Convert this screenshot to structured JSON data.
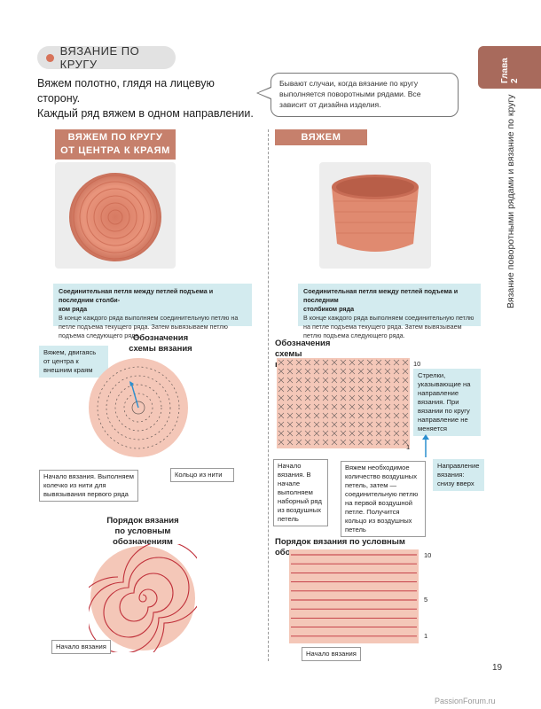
{
  "section": {
    "title": "ВЯЗАНИЕ ПО КРУГУ"
  },
  "intro": {
    "line1": "Вяжем полотно, глядя на лицевую сторону.",
    "line2": "Каждый ряд вяжем в одном направлении."
  },
  "bubble": {
    "text": "Бывают случаи, когда вязание по кругу выполняется поворотными рядами. Все зависит от дизайна изделия."
  },
  "side": {
    "chapter": "Глава 2",
    "title": "Вязание поворотными рядами и вязание по кругу"
  },
  "left": {
    "title1": "ВЯЖЕМ ПО КРУГУ",
    "title2": "ОТ ЦЕНТРА К КРАЯМ",
    "note_bold1": "Соединительная петля между петлей подъема и последним столби-",
    "note_bold2": "ком ряда",
    "note_text": "В конце каждого ряда выполняем соединительную петлю на петле подъема текущего ряда. Затем вывязываем петлю подъема следующего ряда.",
    "legend1": "Обозначения",
    "legend2": "схемы вязания",
    "dir_label": "Вяжем, двигаясь от центра к внешним краям",
    "start_label": "Начало вязания. Выполняем колечко из нити для вывязывания первого ряда",
    "ring_label": "Кольцо из нити",
    "order1": "Порядок вязания",
    "order2": "по условным обозначениям",
    "order_start": "Начало вязания"
  },
  "right": {
    "title": "ВЯЖЕМ ЦИЛИНДР",
    "note_bold1": "Соединительная петля между петлей подъема и последним",
    "note_bold2": "столбиком ряда",
    "note_text": "В конце каждого ряда выполняем соединительную петлю на петле подъема текущего ряда. Затем вывязываем петлю подъема следующего ряда.",
    "legend1": "Обозначения",
    "legend2": "схемы вязания",
    "row10": "10",
    "row5": "5",
    "row1": "1",
    "arrows_label": "Стрелки, указывающие на направление вязания. При вязании по кругу направление не меняется",
    "start_label": "Начало вязания. В начале выполняем наборный ряд из воздушных петель",
    "count_label": "Вяжем необходимое количество воздушных петель, затем — соединительную петлю на первой воздушной петле. Получится кольцо из воздушных петель",
    "dir_label": "Направление вязания: снизу вверх",
    "order": "Порядок вязания по условным обозначениям",
    "order_start": "Начало вязания",
    "o10": "10",
    "o5": "5",
    "o1": "1"
  },
  "page": {
    "number": "19",
    "footer": "PassionForum.ru"
  }
}
